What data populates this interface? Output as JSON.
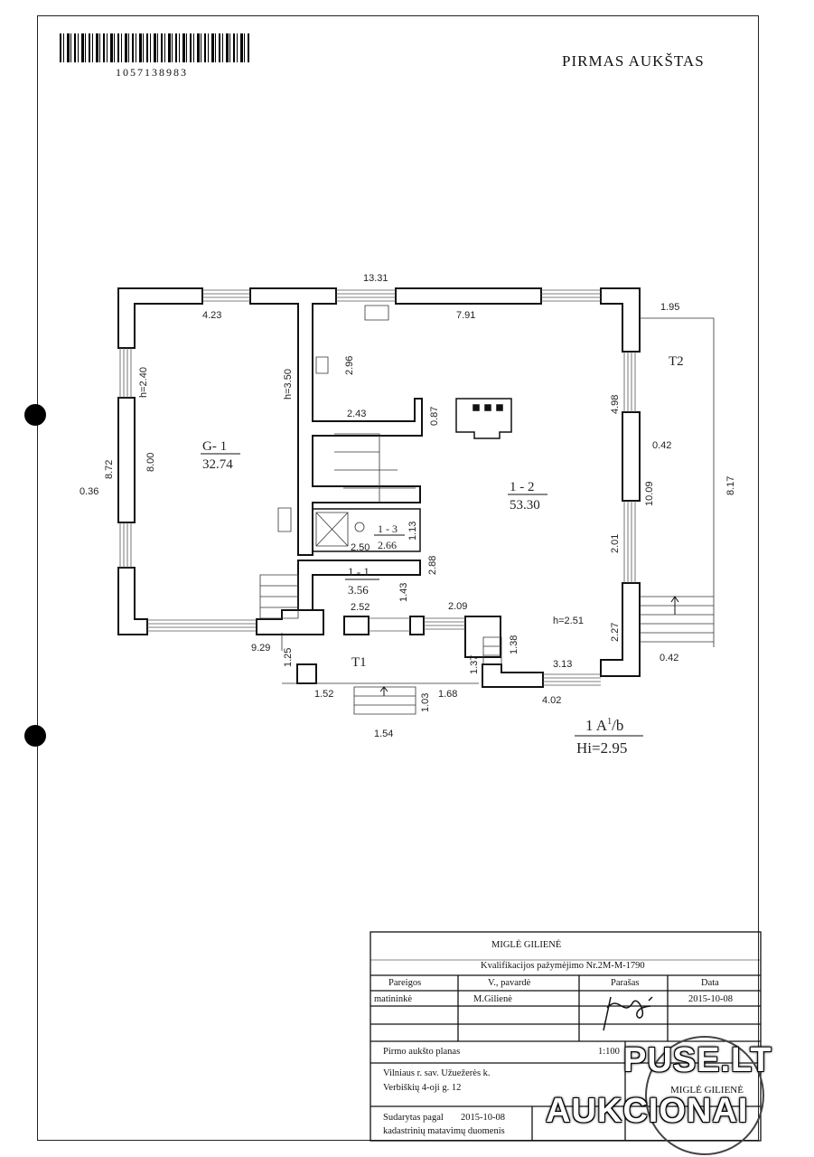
{
  "header": {
    "barcode_number": "1057138983",
    "sheet_title": "PIRMAS AUKŠTAS"
  },
  "rooms": [
    {
      "id": "G- 1",
      "area": "32.74"
    },
    {
      "id": "1 - 2",
      "area": "53.30"
    },
    {
      "id": "1 - 3",
      "area": "2.66"
    },
    {
      "id": "1 - 1",
      "area": "3.56"
    }
  ],
  "terraces": [
    "T1",
    "T2"
  ],
  "dimensions": {
    "top": "13.31",
    "d423": "4.23",
    "d791": "7.91",
    "d195": "1.95",
    "d296": "2.96",
    "d243": "2.43",
    "d087": "0.87",
    "d498": "4.98",
    "d042a": "0.42",
    "d1009": "10.09",
    "d817": "8.17",
    "d872": "8.72",
    "d800": "8.00",
    "d036": "0.36",
    "d250": "2.50",
    "d113": "1.13",
    "d288": "2.88",
    "d252": "2.52",
    "d143": "1.43",
    "d209": "2.09",
    "d201": "2.01",
    "d227": "2.27",
    "d042b": "0.42",
    "d929": "9.29",
    "d125": "1.25",
    "d137": "1.37",
    "d138": "1.38",
    "d313": "3.13",
    "d402": "4.02",
    "d152": "1.52",
    "d103": "1.03",
    "d168": "1.68",
    "d154": "1.54",
    "h240": "h=2.40",
    "h350": "h=3.50",
    "h251": "h=2.51"
  },
  "classification": {
    "line1": "1 A",
    "sup": "1",
    "suffix": "/b",
    "height": "Hi=2.95"
  },
  "title_block": {
    "author": "MIGLĖ GILIENĖ",
    "qualification": "Kvalifikacijos pažymėjimo Nr.2M-M-1790",
    "col_duties": "Pareigos",
    "col_name": "V., pavardė",
    "col_signature": "Parašas",
    "col_date": "Data",
    "duty": "matininkė",
    "name": "M.Gilienė",
    "date": "2015-10-08",
    "plan_title": "Pirmo aukšto planas",
    "scale": "1:100",
    "address_line1": "Vilniaus r. sav. Užuežerės k.",
    "address_line2": "Verbiškių 4-oji g. 12",
    "compiled": "Sudarytas pagal",
    "compiled_date": "2015-10-08",
    "compiled_note": "kadastrinių matavimų duomenis"
  },
  "stamp": {
    "text": "MIGLĖ GILIENĖ"
  },
  "watermark": {
    "line1": "PUSE.LT",
    "line2": "AUKCIONAI"
  }
}
